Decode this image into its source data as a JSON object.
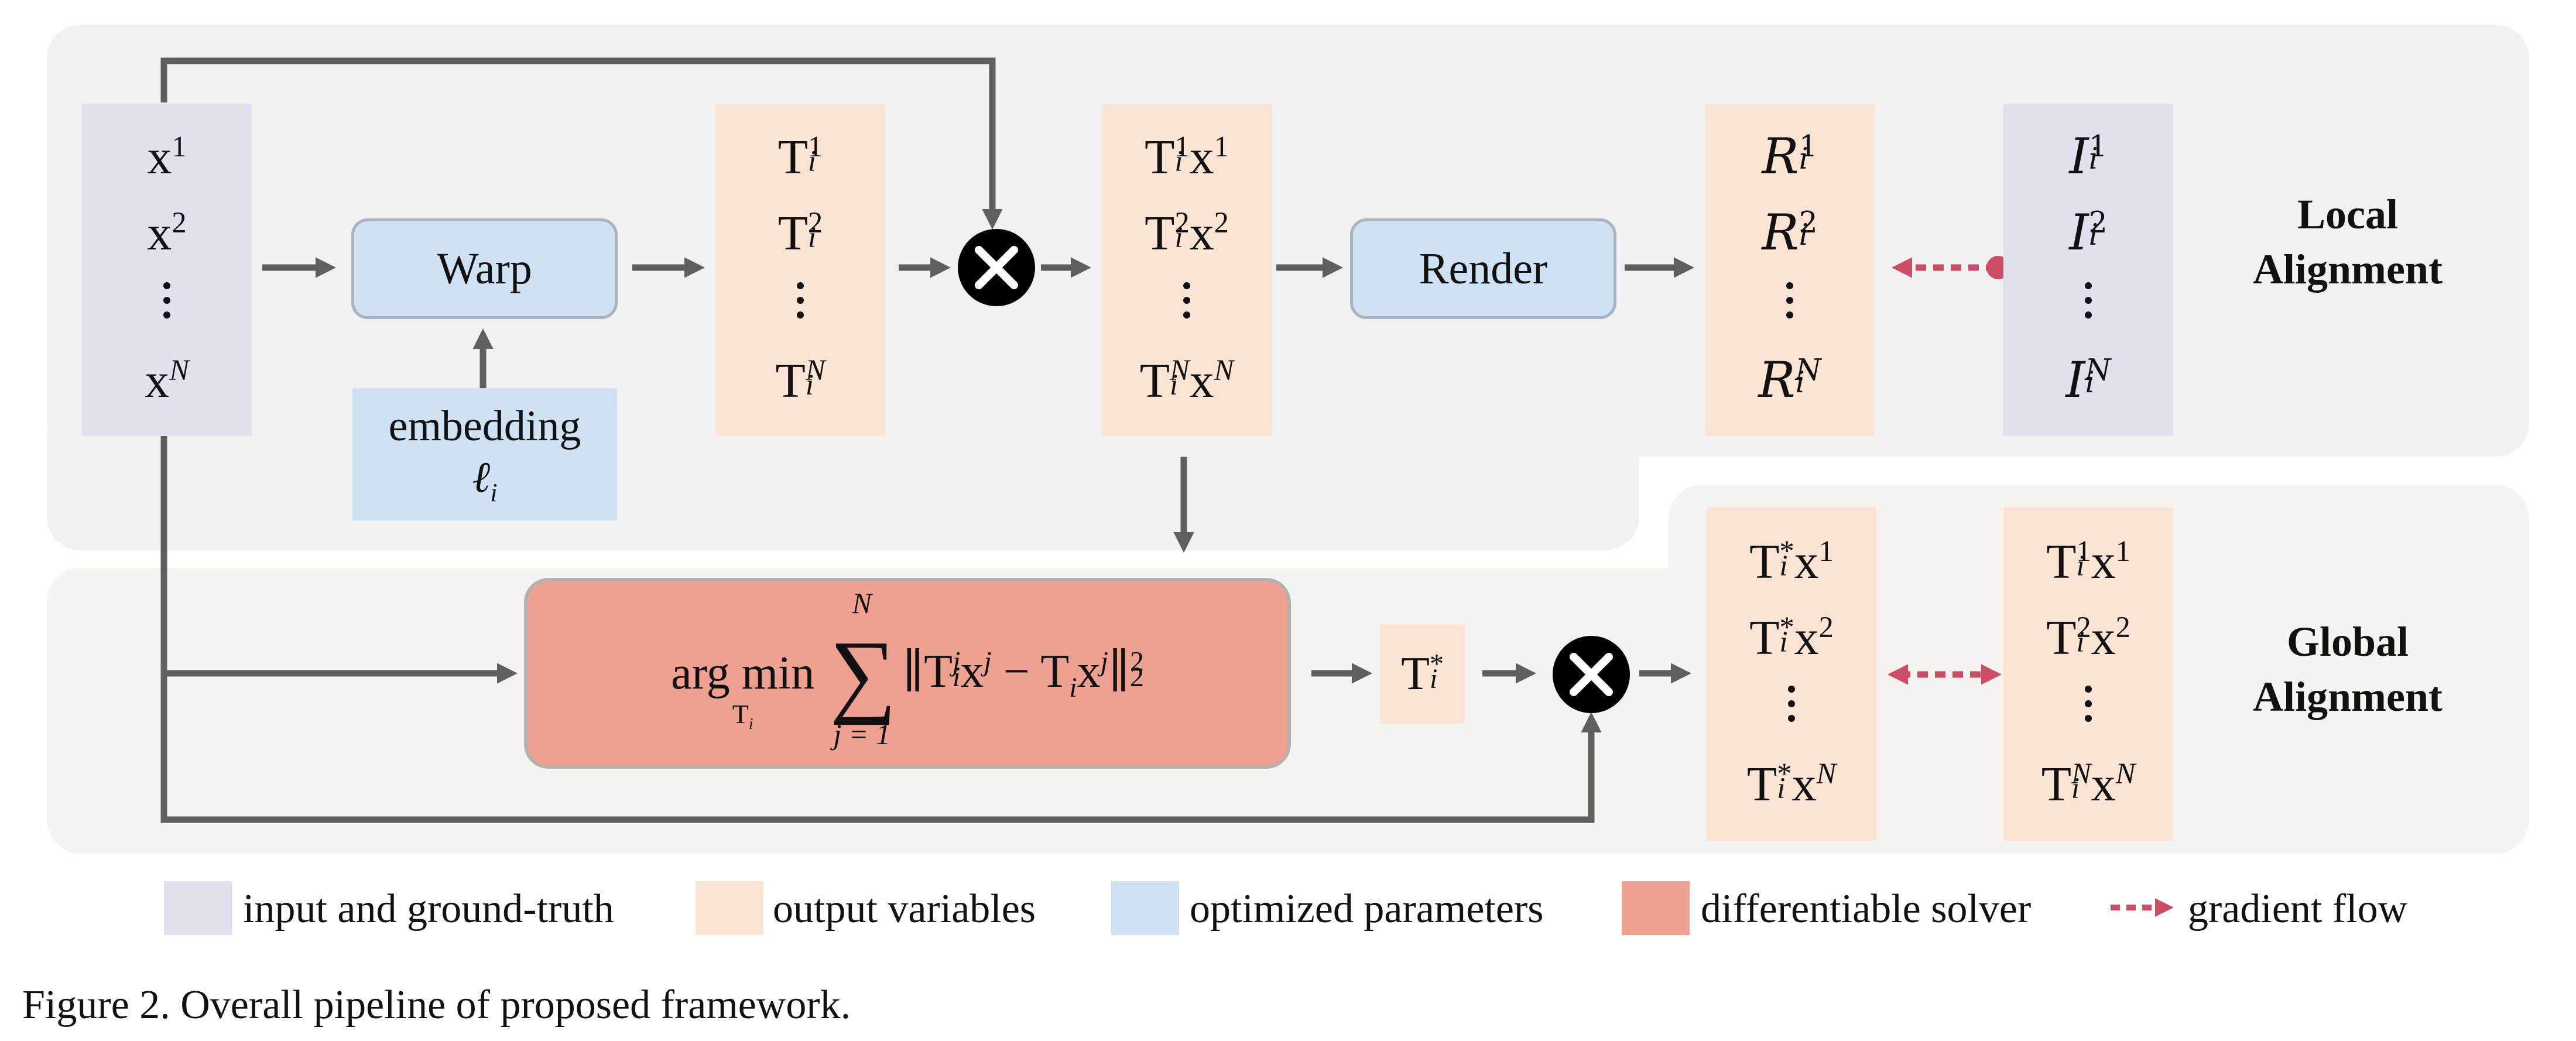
{
  "colors": {
    "input": "#e2dfee",
    "output": "#fbe4d4",
    "optimized": "#cfe2f3",
    "solver": "#eea190",
    "gradient": "#cc4d65",
    "arrow": "#5f5f5f",
    "local_bg": "#f1f1f2",
    "global_bg": "#f5f4f1"
  },
  "local": {
    "label_line1": "Local",
    "label_line2": "Alignment",
    "inputs": {
      "r1": "x",
      "s1": "1",
      "r2": "x",
      "s2": "2",
      "r3": "x",
      "s3": "N"
    },
    "warp": "Warp",
    "embedding_line1": "embedding",
    "embedding_sym": "ℓ",
    "embedding_sub": "i",
    "transforms": {
      "base": "T",
      "sub": "i",
      "s1": "1",
      "s2": "2",
      "s3": "N"
    },
    "products": {
      "base": "T",
      "sub": "i",
      "x": "x",
      "s1": "1",
      "s2": "2",
      "s3": "N"
    },
    "render": "Render",
    "renders": {
      "base": "R",
      "sub": "i",
      "s1": "1",
      "s2": "2",
      "s3": "N"
    },
    "truths": {
      "base": "I",
      "sub": "i",
      "s1": "1",
      "s2": "2",
      "s3": "N"
    }
  },
  "global": {
    "label_line1": "Global",
    "label_line2": "Alignment",
    "solver": {
      "argmin": "arg min",
      "under": "T",
      "under_sub": "i",
      "sum_top": "N",
      "sum_bottom": "j = 1",
      "term_T": "T",
      "term_sub_i": "i",
      "term_sup_j": "j",
      "term_x": "x",
      "minus": "−",
      "norm_sup": "2",
      "norm_sub": "2"
    },
    "tstar": {
      "base": "T",
      "sub": "i",
      "sup": "*"
    },
    "aligned": {
      "base": "T",
      "sub": "i",
      "star": "*",
      "x": "x",
      "s1": "1",
      "s2": "2",
      "s3": "N"
    },
    "targets": {
      "base": "T",
      "sub": "i",
      "x": "x",
      "s1": "1",
      "s2": "2",
      "s3": "N"
    }
  },
  "legend": {
    "input": "input and ground-truth",
    "output": "output variables",
    "optimized": "optimized parameters",
    "solver": "differentiable solver",
    "gradient": "gradient flow"
  },
  "caption": "Figure 2. Overall pipeline of proposed framework."
}
